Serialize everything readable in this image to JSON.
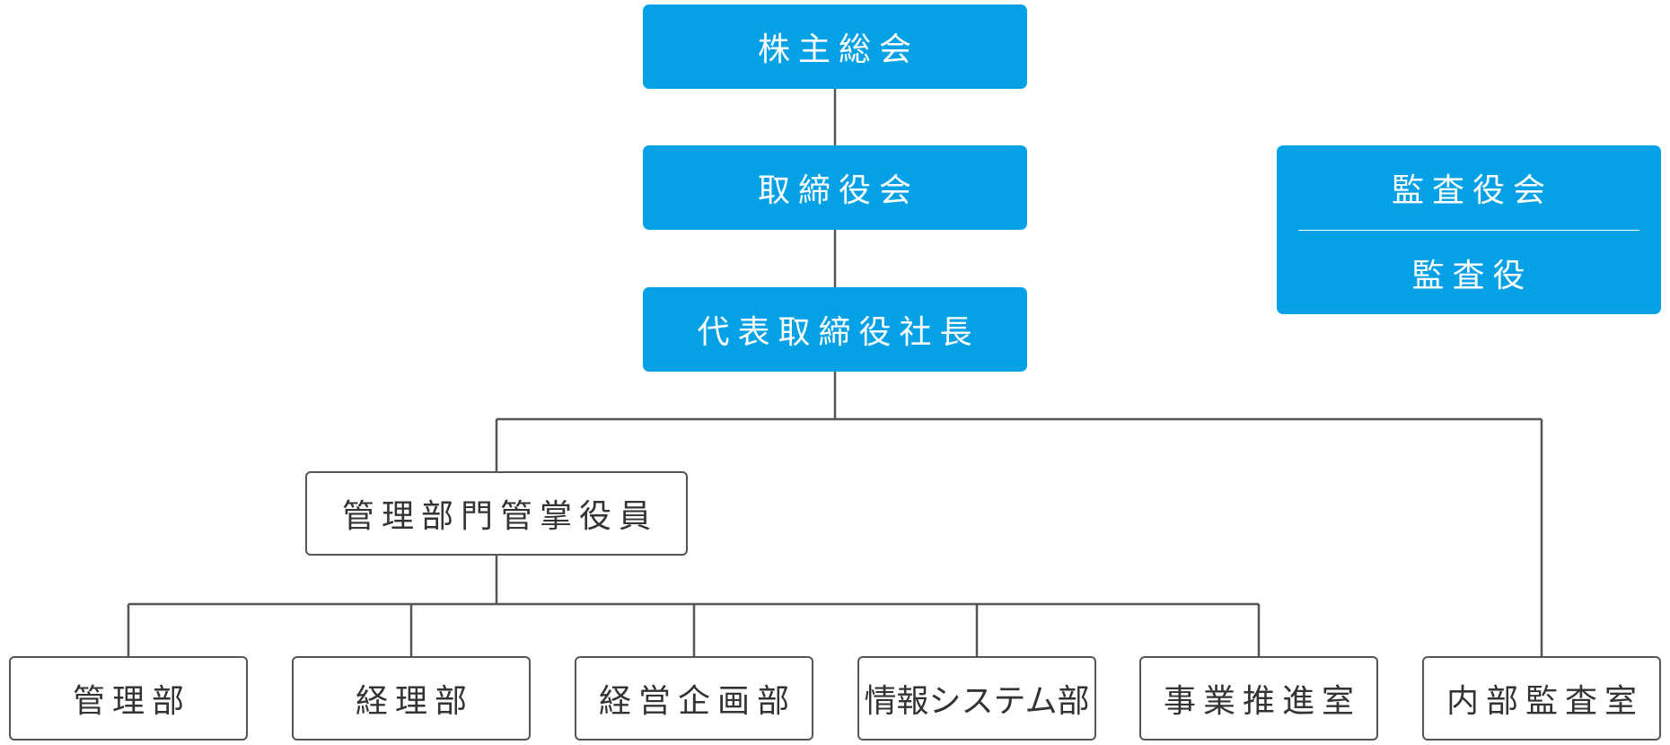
{
  "colors": {
    "box_blue": "#05A1E6",
    "line": "#555555",
    "border": "#555555"
  },
  "top": {
    "shareholders": "株主総会",
    "board": "取締役会",
    "president": "代表取締役社長"
  },
  "audit": {
    "board": "監査役会",
    "auditor": "監査役"
  },
  "admin_officer": "管理部門管掌役員",
  "departments": {
    "admin": "管理部",
    "accounting": "経理部",
    "planning": "経営企画部",
    "it": "情報システム部",
    "business": "事業推進室",
    "internal_audit": "内部監査室"
  }
}
